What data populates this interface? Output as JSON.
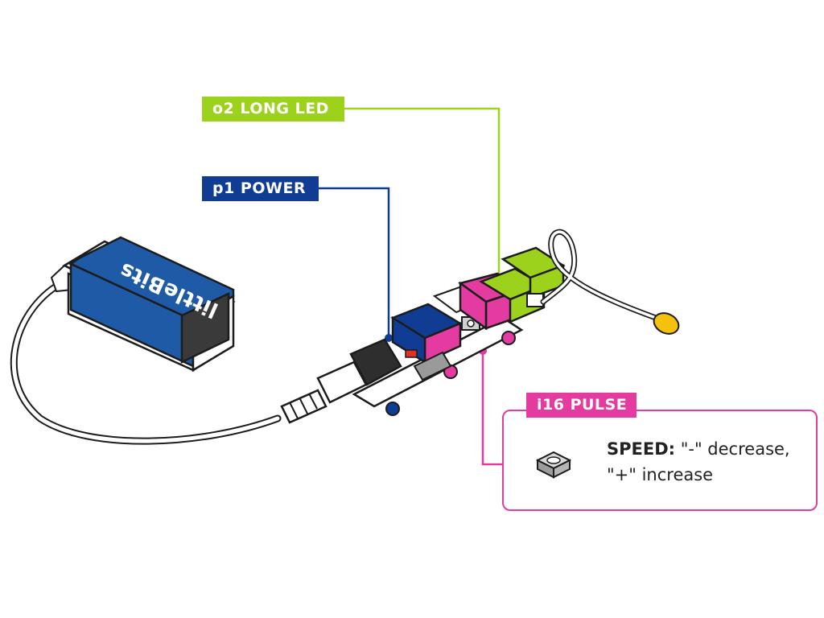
{
  "labels": {
    "long_led": "o2 LONG LED",
    "power": "p1 POWER",
    "pulse": "i16 PULSE"
  },
  "battery": {
    "brand": "littleBits"
  },
  "pulse_panel": {
    "setting_key": "SPEED:",
    "setting_desc_line1": "\"-\" decrease,",
    "setting_desc_line2": "\"+\" increase",
    "icon": "knob-icon"
  },
  "colors": {
    "power_blue": "#113c94",
    "led_green": "#9cd21c",
    "pulse_pink": "#e33b9f",
    "battery_blue": "#1f5aa6",
    "outline": "#1c1c1c"
  }
}
